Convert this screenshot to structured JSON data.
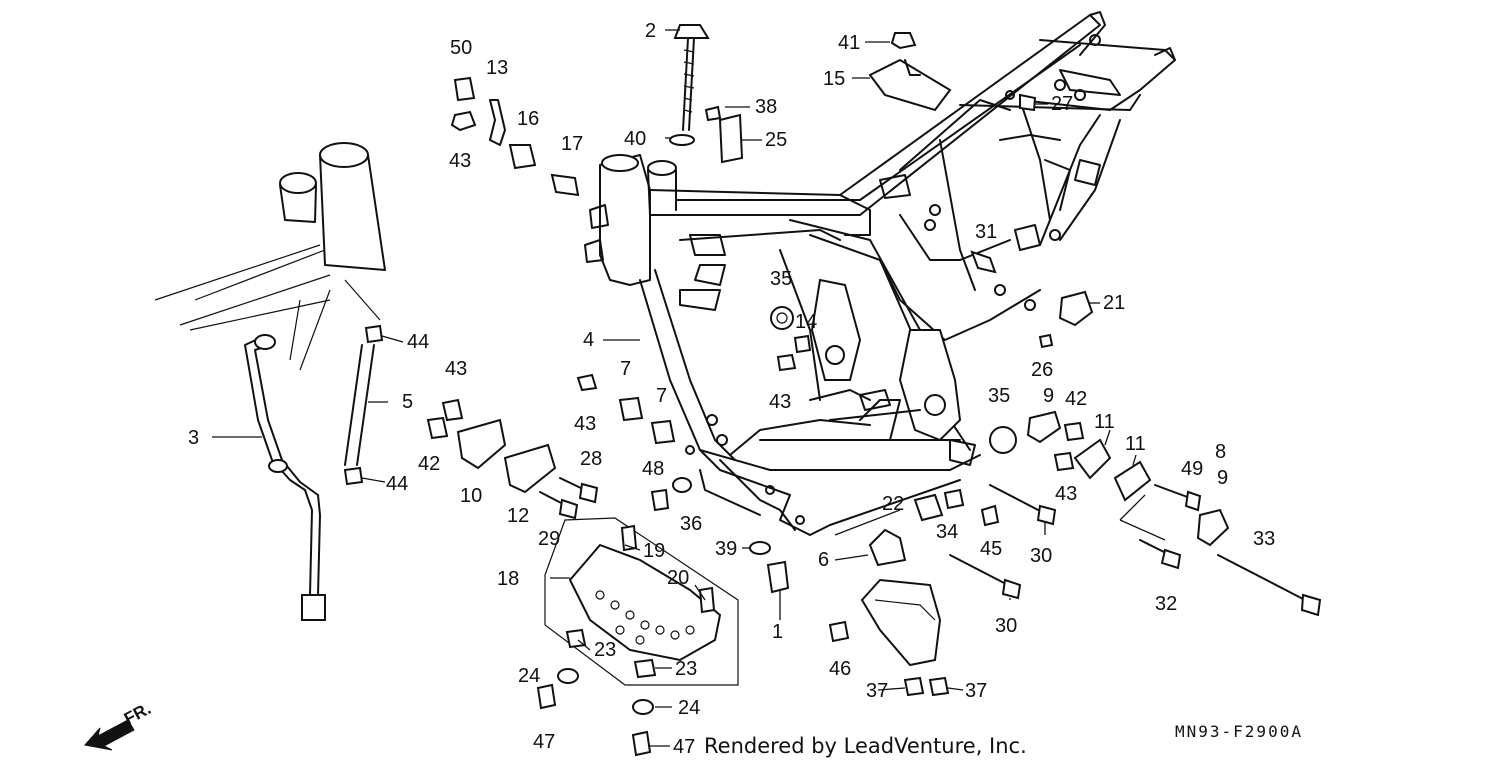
{
  "credit": "Rendered by LeadVenture, Inc.",
  "diagram_code": "MN93-F2900A",
  "direction_label": "FR.",
  "callouts": {
    "c1": "1",
    "c2": "2",
    "c3": "3",
    "c4": "4",
    "c5": "5",
    "c6": "6",
    "c7a": "7",
    "c7b": "7",
    "c8": "8",
    "c9a": "9",
    "c9b": "9",
    "c10": "10",
    "c11a": "11",
    "c11b": "11",
    "c12": "12",
    "c13": "13",
    "c14": "14",
    "c15": "15",
    "c16": "16",
    "c17": "17",
    "c18": "18",
    "c19": "19",
    "c20": "20",
    "c21": "21",
    "c22": "22",
    "c23a": "23",
    "c23b": "23",
    "c24a": "24",
    "c24b": "24",
    "c25": "25",
    "c26": "26",
    "c27": "27",
    "c28": "28",
    "c29": "29",
    "c30a": "30",
    "c30b": "30",
    "c31": "31",
    "c32": "32",
    "c33": "33",
    "c34": "34",
    "c35a": "35",
    "c35b": "35",
    "c36": "36",
    "c37a": "37",
    "c37b": "37",
    "c38": "38",
    "c39": "39",
    "c40": "40",
    "c41": "41",
    "c42a": "42",
    "c42b": "42",
    "c43a": "43",
    "c43b": "43",
    "c43c": "43",
    "c43d": "43",
    "c43e": "43",
    "c44a": "44",
    "c44b": "44",
    "c45": "45",
    "c46": "46",
    "c47a": "47",
    "c47b": "47",
    "c48": "48",
    "c49": "49",
    "c50": "50"
  }
}
